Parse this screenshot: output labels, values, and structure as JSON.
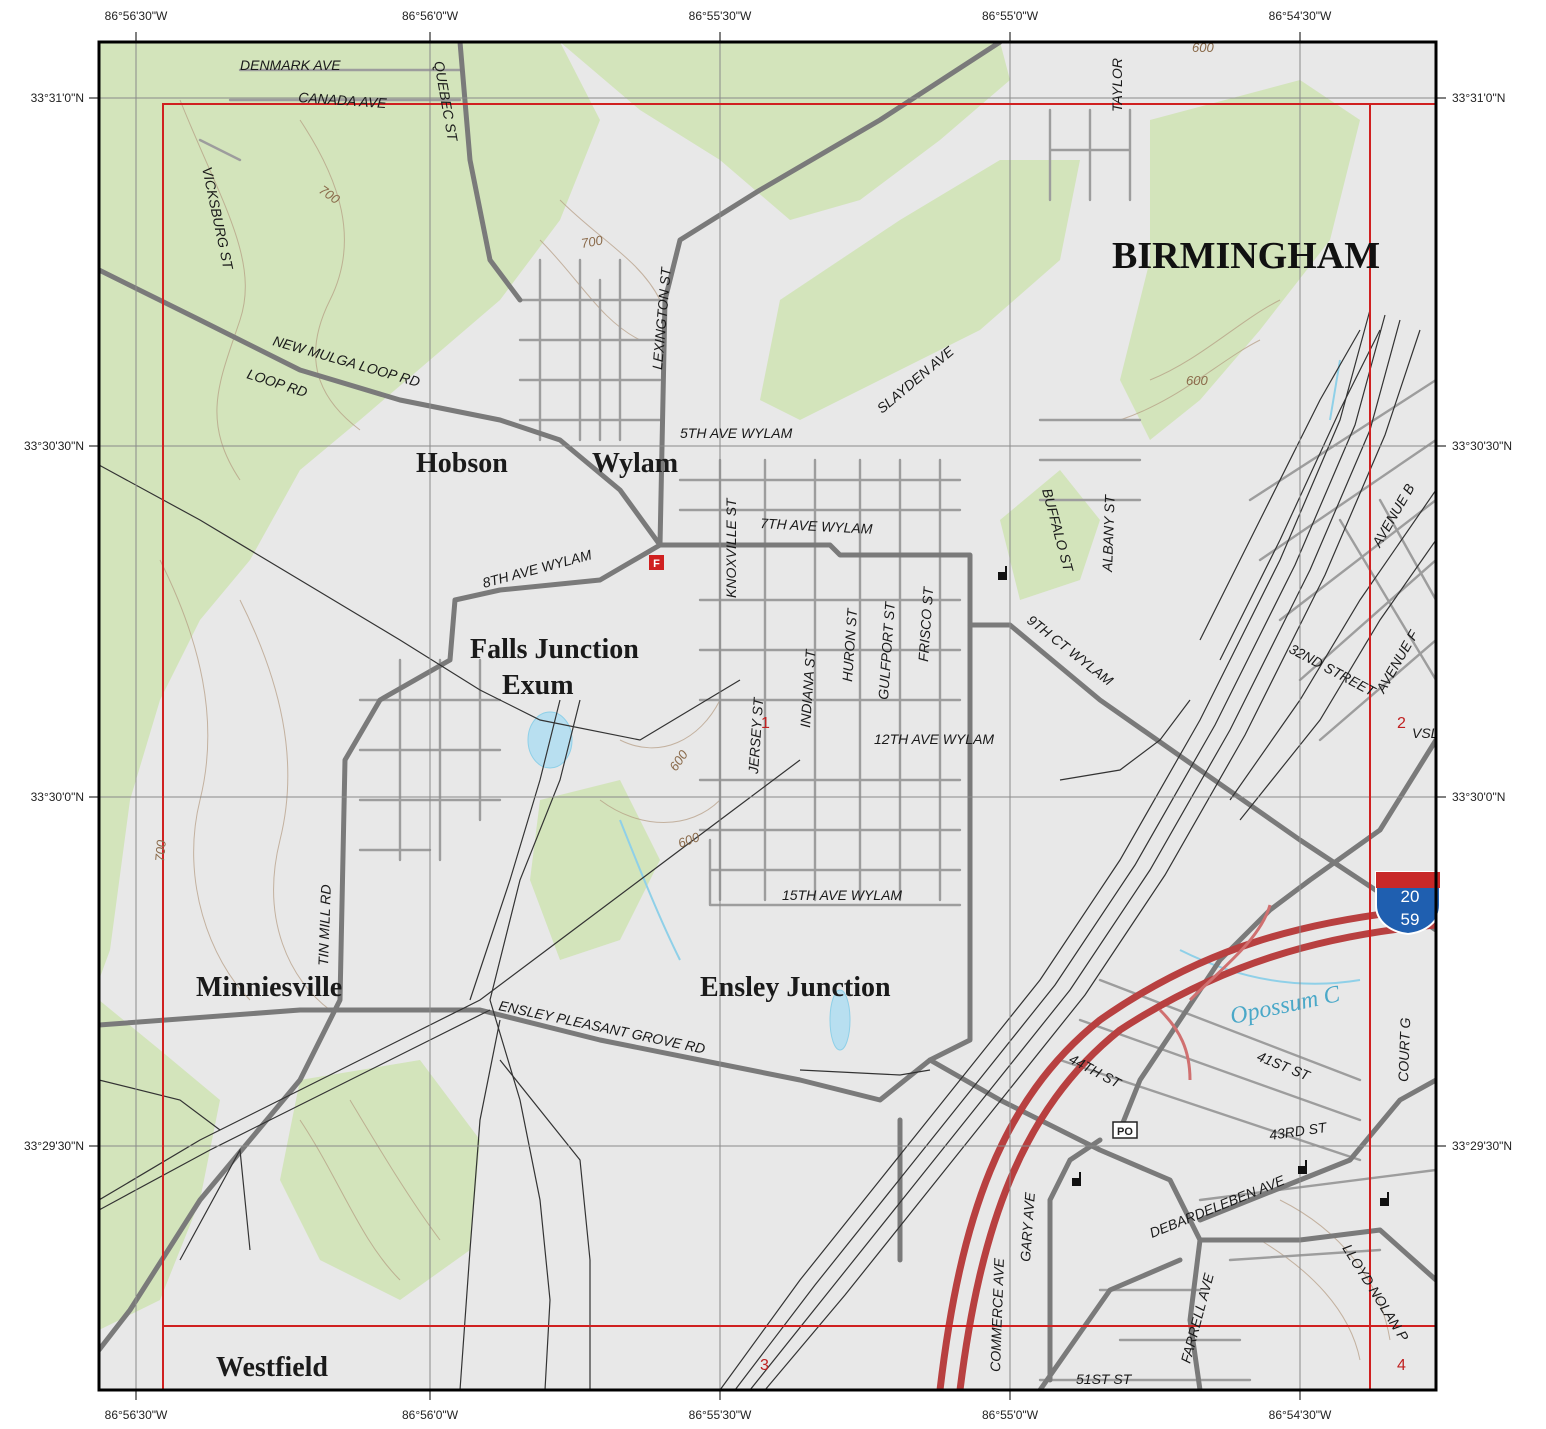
{
  "coordinates": {
    "longitude_top": [
      "86°56'30\"W",
      "86°56'0\"W",
      "86°55'30\"W",
      "86°55'0\"W",
      "86°54'30\"W"
    ],
    "longitude_bottom": [
      "86°56'30\"W",
      "86°56'0\"W",
      "86°55'30\"W",
      "86°55'0\"W",
      "86°54'30\"W"
    ],
    "latitude_left": [
      "33°31'0\"N",
      "33°30'30\"N",
      "33°30'0\"N",
      "33°29'30\"N"
    ],
    "latitude_right": [
      "33°31'0\"N",
      "33°30'30\"N",
      "33°30'0\"N",
      "33°29'30\"N"
    ]
  },
  "places": {
    "birmingham": "BIRMINGHAM",
    "hobson": "Hobson",
    "wylam": "Wylam",
    "falls_junction": "Falls Junction",
    "exum": "Exum",
    "minniesville": "Minniesville",
    "ensley_junction": "Ensley Junction",
    "westfield": "Westfield"
  },
  "streets": {
    "denmark_ave": "DENMARK AVE",
    "canada_ave": "CANADA AVE",
    "quebec_st": "QUEBEC ST",
    "taylor": "TAYLOR",
    "vicksburg_st": "VICKSBURG ST",
    "lexington_st": "LEXINGTON ST",
    "new_mulga_loop_rd": "NEW MULGA LOOP RD",
    "loop_rd": "LOOP RD",
    "slayden_ave": "SLAYDEN AVE",
    "fifth_ave_wylam": "5TH AVE WYLAM",
    "knoxville_st": "KNOXVILLE ST",
    "seventh_ave_wylam": "7TH AVE WYLAM",
    "eighth_ave_wylam": "8TH AVE WYLAM",
    "buffalo_st": "BUFFALO ST",
    "albany_st": "ALBANY ST",
    "avenue_b": "AVENUE B",
    "avenue_f": "AVENUE F",
    "ninth_ct_wylam": "9TH CT WYLAM",
    "indiana_st": "INDIANA ST",
    "huron_st": "HURON ST",
    "gulfport_st": "GULFPORT ST",
    "frisco_st": "FRISCO ST",
    "jersey_st": "JERSEY ST",
    "twelfth_ave_wylam": "12TH AVE WYLAM",
    "thirty_second_street": "32ND STREET",
    "vsl": "VSL",
    "tin_mill_rd": "TIN MILL RD",
    "fifteenth_ave_wylam": "15TH AVE WYLAM",
    "ensley_pleasant_grove_rd": "ENSLEY PLEASANT GROVE RD",
    "forty_fourth_st": "44TH ST",
    "forty_first_st": "41ST ST",
    "court_g": "COURT G",
    "forty_third_st": "43RD ST",
    "debardeleben_ave": "DEBARDELEBEN AVE",
    "gary_ave": "GARY AVE",
    "commerce_ave": "COMMERCE AVE",
    "farrell_ave": "FARRELL AVE",
    "lloyd_nolan_p": "LLOYD NOLAN P",
    "fifty_first_st": "51ST ST"
  },
  "contours": {
    "c600_top": "600",
    "c700_a": "700",
    "c700_b": "700",
    "c600_right": "600",
    "c600_mid": "600",
    "c600_low": "600",
    "c700_left": "700"
  },
  "water": {
    "opossum_creek": "Opossum C"
  },
  "interstate_shield": {
    "top": "20",
    "bottom": "59"
  },
  "markers": {
    "fire_station": "F",
    "post_office": "PO"
  },
  "sheets": {
    "s1": "1",
    "s2": "2",
    "s3": "3",
    "s4": "4"
  },
  "colors": {
    "background": "#e8e8e8",
    "vegetation": "#cfe3b3",
    "road": "#8e8e8e",
    "interstate": "#b84040",
    "frame": "#000000",
    "quad_outline": "#d02020",
    "water": "#8fd0e8"
  }
}
